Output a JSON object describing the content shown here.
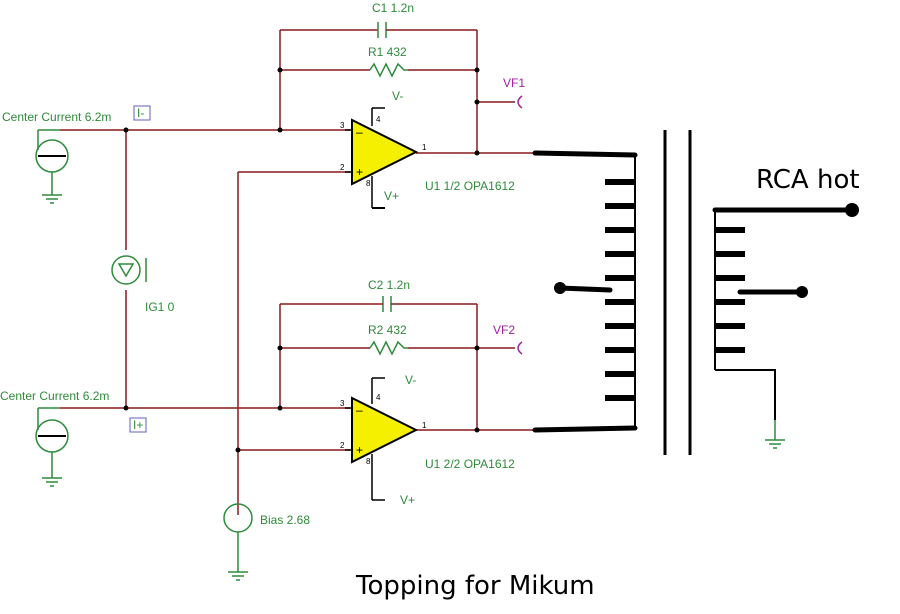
{
  "labels": {
    "c1": "C1 1.2n",
    "r1": "R1 432",
    "vf1": "VF1",
    "center_current_top": "Center Current 6.2m",
    "i_minus": "I-",
    "vminus_top": "V-",
    "vplus_top": "V+",
    "u1a": "U1 1/2 OPA1612",
    "ig1": "IG1 0",
    "c2": "C2 1.2n",
    "r2": "R2 432",
    "vf2": "VF2",
    "center_current_bottom": "Center Current 6.2m",
    "i_plus": "I+",
    "vminus_bottom": "V-",
    "vplus_bottom": "V+",
    "u1b": "U1 2/2 OPA1612",
    "bias": "Bias 2.68",
    "rca_hot": "RCA hot",
    "caption": "Topping for Mikum"
  },
  "pins": {
    "p3": "3",
    "p2": "2",
    "p1": "1",
    "p4": "4",
    "p8": "8"
  },
  "colors": {
    "wire": "#8b1a1a",
    "component": "#2e8b3a",
    "opamp_fill": "#f5f000",
    "meter": "#a020a0"
  }
}
